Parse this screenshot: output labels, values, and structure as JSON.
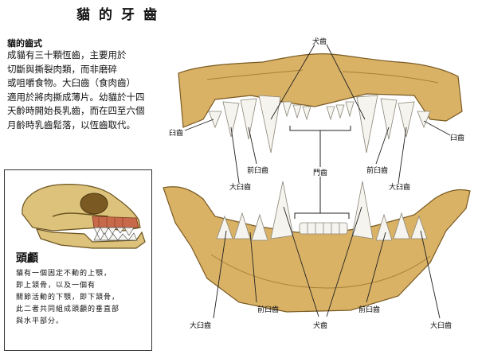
{
  "page_title": "貓的牙齒",
  "dentition": {
    "heading": "貓的齒式",
    "lines": [
      "成貓有三十顆恆齒，主要用於",
      "切斷與撕裂肉類，而非磨碎",
      "或咀嚼食物。大臼齒（食肉齒）",
      "適用於將肉撕成薄片。幼貓於十四",
      "天齡時開始長乳齒，而在四至六個",
      "月齡時乳齒鬆落，以恆齒取代。"
    ]
  },
  "skull_box": {
    "title": "頭顱",
    "lines": [
      "貓有一個固定不動的上顎，",
      "即上頷骨，以及一個有",
      "關節活動的下顎，即下頷骨，",
      "此二者共同組成頭顱的垂直部",
      "與水平部分。"
    ]
  },
  "labels": {
    "canine_top": "犬齒",
    "molar_left": "臼齒",
    "molar_right": "臼齒",
    "premolar_upper_left": "前臼齒",
    "premolar_upper_right": "前臼齒",
    "incisor": "門齒",
    "large_molar_upper_left": "大臼齒",
    "large_molar_upper_right": "大臼齒",
    "large_molar_lower_left": "大臼齒",
    "large_molar_lower_right": "大臼齒",
    "premolar_lower_left": "前臼齒",
    "premolar_lower_right": "前臼齒",
    "canine_bottom": "犬齒"
  },
  "colors": {
    "bone": "#d9b266",
    "bone_dark": "#a8803a",
    "tooth": "#f6f4ee",
    "tooth_shadow": "#cfcbbf",
    "gum": "#c86a4a"
  }
}
